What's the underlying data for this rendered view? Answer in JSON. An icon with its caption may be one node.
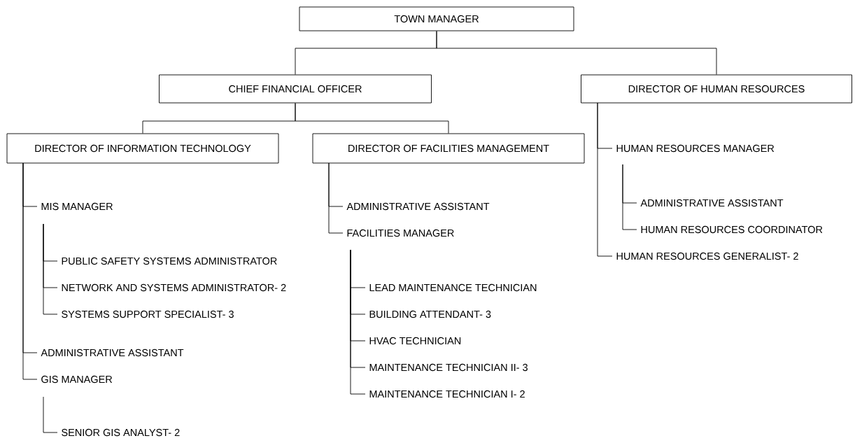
{
  "diagram": {
    "nodes": [
      {
        "text": [
          "TOWN MANAGER"
        ]
      },
      {
        "text": [
          "CHIEF FINANCIAL OFFICER"
        ]
      },
      {
        "text": [
          "DIRECTOR OF HUMAN RESOURCES"
        ]
      },
      {
        "text": [
          "DIRECTOR OF INFORMATION TECHNOLOGY"
        ]
      },
      {
        "text": [
          "DIRECTOR OF FACILITIES MANAGEMENT"
        ]
      },
      {
        "text": [
          "MIS MANAGER"
        ]
      },
      {
        "text": [
          "PUBLIC SAFETY SYSTEMS ADMINISTRATOR"
        ]
      },
      {
        "text": [
          "NETWORK AND SYSTEMS ADMINISTRATOR- 2"
        ]
      },
      {
        "text": [
          "SYSTEMS SUPPORT SPECIALIST- 3"
        ]
      },
      {
        "text": [
          "ADMINISTRATIVE ASSISTANT"
        ]
      },
      {
        "text": [
          "GIS MANAGER"
        ]
      },
      {
        "text": [
          "SENIOR GIS ANALYST- 2"
        ]
      },
      {
        "text": [
          "ADMINISTRATIVE ASSISTANT"
        ]
      },
      {
        "text": [
          "FACILITIES MANAGER"
        ]
      },
      {
        "text": [
          "LEAD MAINTENANCE TECHNICIAN"
        ]
      },
      {
        "text": [
          "BUILDING ATTENDANT- 3"
        ]
      },
      {
        "text": [
          "HVAC TECHNICIAN"
        ]
      },
      {
        "text": [
          "MAINTENANCE TECHNICIAN II- 3"
        ]
      },
      {
        "text": [
          "MAINTENANCE TECHNICIAN I- 2"
        ]
      },
      {
        "text": [
          "HUMAN RESOURCES MANAGER"
        ]
      },
      {
        "text": [
          "ADMINISTRATIVE ASSISTANT"
        ]
      },
      {
        "text": [
          "HUMAN RESOURCES COORDINATOR"
        ]
      },
      {
        "text": [
          "HUMAN RESOURCES GENERALIST- 2"
        ]
      }
    ],
    "edges": [
      {
        "from": 0,
        "to": 1,
        "arrow": "none"
      },
      {
        "from": 0,
        "to": 2,
        "arrow": "none"
      },
      {
        "from": 1,
        "to": 3,
        "arrow": "none"
      },
      {
        "from": 1,
        "to": 4,
        "arrow": "none"
      },
      {
        "from": 3,
        "to": 5,
        "arrow": "none"
      },
      {
        "from": 5,
        "to": 6,
        "arrow": "none"
      },
      {
        "from": 5,
        "to": 7,
        "arrow": "none"
      },
      {
        "from": 5,
        "to": 8,
        "arrow": "none"
      },
      {
        "from": 3,
        "to": 9,
        "arrow": "none"
      },
      {
        "from": 3,
        "to": 10,
        "arrow": "none"
      },
      {
        "from": 10,
        "to": 11,
        "arrow": "none"
      },
      {
        "from": 4,
        "to": 12,
        "arrow": "none"
      },
      {
        "from": 4,
        "to": 13,
        "arrow": "none"
      },
      {
        "from": 13,
        "to": 14,
        "arrow": "none"
      },
      {
        "from": 13,
        "to": 15,
        "arrow": "none"
      },
      {
        "from": 13,
        "to": 16,
        "arrow": "none"
      },
      {
        "from": 13,
        "to": 17,
        "arrow": "none"
      },
      {
        "from": 13,
        "to": 18,
        "arrow": "none"
      },
      {
        "from": 2,
        "to": 19,
        "arrow": "none"
      },
      {
        "from": 19,
        "to": 20,
        "arrow": "none"
      },
      {
        "from": 19,
        "to": 21,
        "arrow": "none"
      },
      {
        "from": 2,
        "to": 22,
        "arrow": "none"
      }
    ]
  }
}
